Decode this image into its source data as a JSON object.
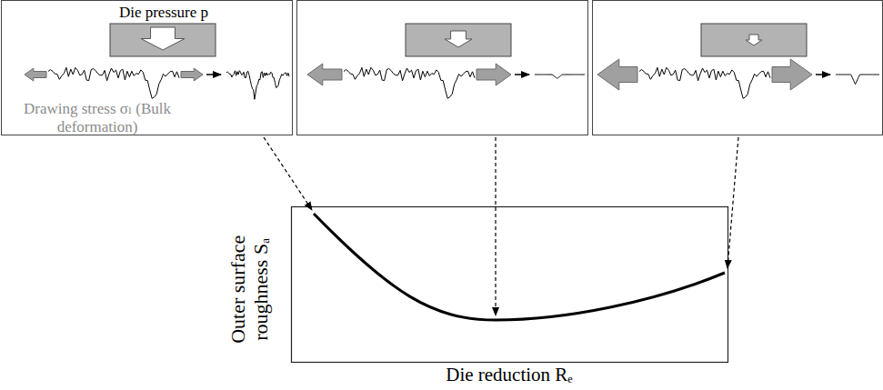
{
  "diagram": {
    "labels": [
      "Die pressure p",
      "Drawing stress σₗ (Bulk deformation)",
      "Outer surface roughness Sₐ",
      "Die reduction Rₑ"
    ]
  }
}
